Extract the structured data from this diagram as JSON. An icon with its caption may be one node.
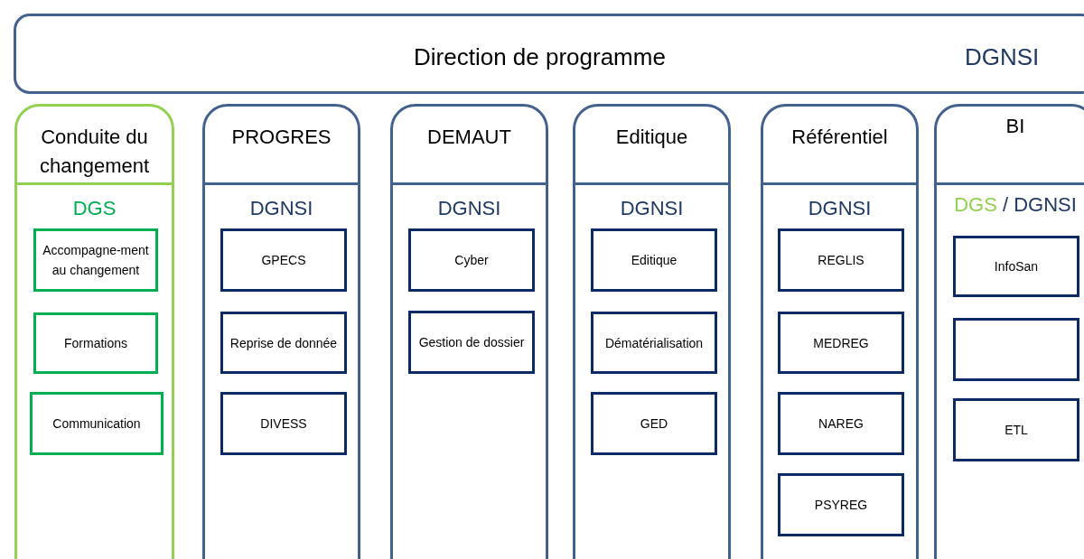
{
  "diagram": {
    "nodes": [
      {
        "text": [
          "Direction de programme",
          "DGNSI"
        ]
      },
      {
        "text": [
          "Conduite du changement",
          "DGS"
        ]
      },
      {
        "text": [
          "Accompagne-ment au changement"
        ],
        "in": 1
      },
      {
        "text": [
          "Formations"
        ],
        "in": 1
      },
      {
        "text": [
          "Communication"
        ],
        "in": 1
      },
      {
        "text": [
          "PROGRES",
          "DGNSI"
        ]
      },
      {
        "text": [
          "GPECS"
        ],
        "in": 5
      },
      {
        "text": [
          "Reprise de donnée"
        ],
        "in": 5
      },
      {
        "text": [
          "DIVESS"
        ],
        "in": 5
      },
      {
        "text": [
          "DEMAUT",
          "DGNSI"
        ]
      },
      {
        "text": [
          "Cyber"
        ],
        "in": 9
      },
      {
        "text": [
          "Gestion de dossier"
        ],
        "in": 9
      },
      {
        "text": [
          "Editique",
          "DGNSI"
        ]
      },
      {
        "text": [
          "Editique"
        ],
        "in": 12
      },
      {
        "text": [
          "Dématérialisation"
        ],
        "in": 12
      },
      {
        "text": [
          "GED"
        ],
        "in": 12
      },
      {
        "text": [
          "Référentiel",
          "DGNSI"
        ]
      },
      {
        "text": [
          "REGLIS"
        ],
        "in": 16
      },
      {
        "text": [
          "MEDREG"
        ],
        "in": 16
      },
      {
        "text": [
          "NAREG"
        ],
        "in": 16
      },
      {
        "text": [
          "PSYREG"
        ],
        "in": 16
      },
      {
        "text": [
          "BI",
          "DGS / DGNSI"
        ]
      },
      {
        "text": [
          "InfoSan"
        ],
        "in": 21
      },
      {
        "text": [],
        "shape": "box",
        "in": 21
      },
      {
        "text": [
          "ETL"
        ],
        "in": 21
      }
    ],
    "edges": []
  }
}
